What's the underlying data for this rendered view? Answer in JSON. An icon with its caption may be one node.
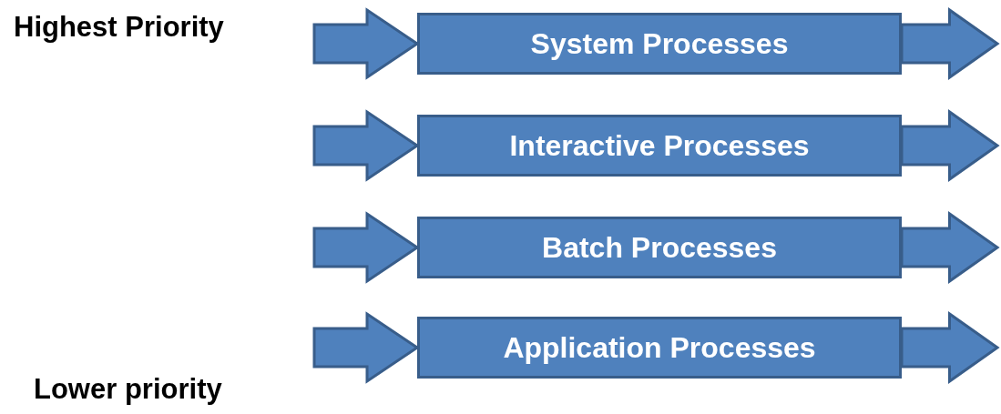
{
  "diagram": {
    "nodes": [
      {
        "text": [
          "System Processes"
        ]
      },
      {
        "text": [
          "Interactive Processes"
        ]
      },
      {
        "text": [
          "Batch Processes"
        ]
      },
      {
        "text": [
          "Application Processes"
        ]
      }
    ],
    "edges": [
      {
        "from": null,
        "to": 0,
        "arrow": "to",
        "style": "thick"
      },
      {
        "from": 0,
        "to": null,
        "arrow": "to",
        "style": "thick"
      },
      {
        "from": null,
        "to": 1,
        "arrow": "to",
        "style": "thick"
      },
      {
        "from": 1,
        "to": null,
        "arrow": "to",
        "style": "thick"
      },
      {
        "from": null,
        "to": 2,
        "arrow": "to",
        "style": "thick"
      },
      {
        "from": 2,
        "to": null,
        "arrow": "to",
        "style": "thick"
      },
      {
        "from": null,
        "to": 3,
        "arrow": "to",
        "style": "thick"
      },
      {
        "from": 3,
        "to": null,
        "arrow": "to",
        "style": "thick"
      }
    ],
    "labels": [
      "Highest Priority",
      "Lower priority"
    ]
  }
}
